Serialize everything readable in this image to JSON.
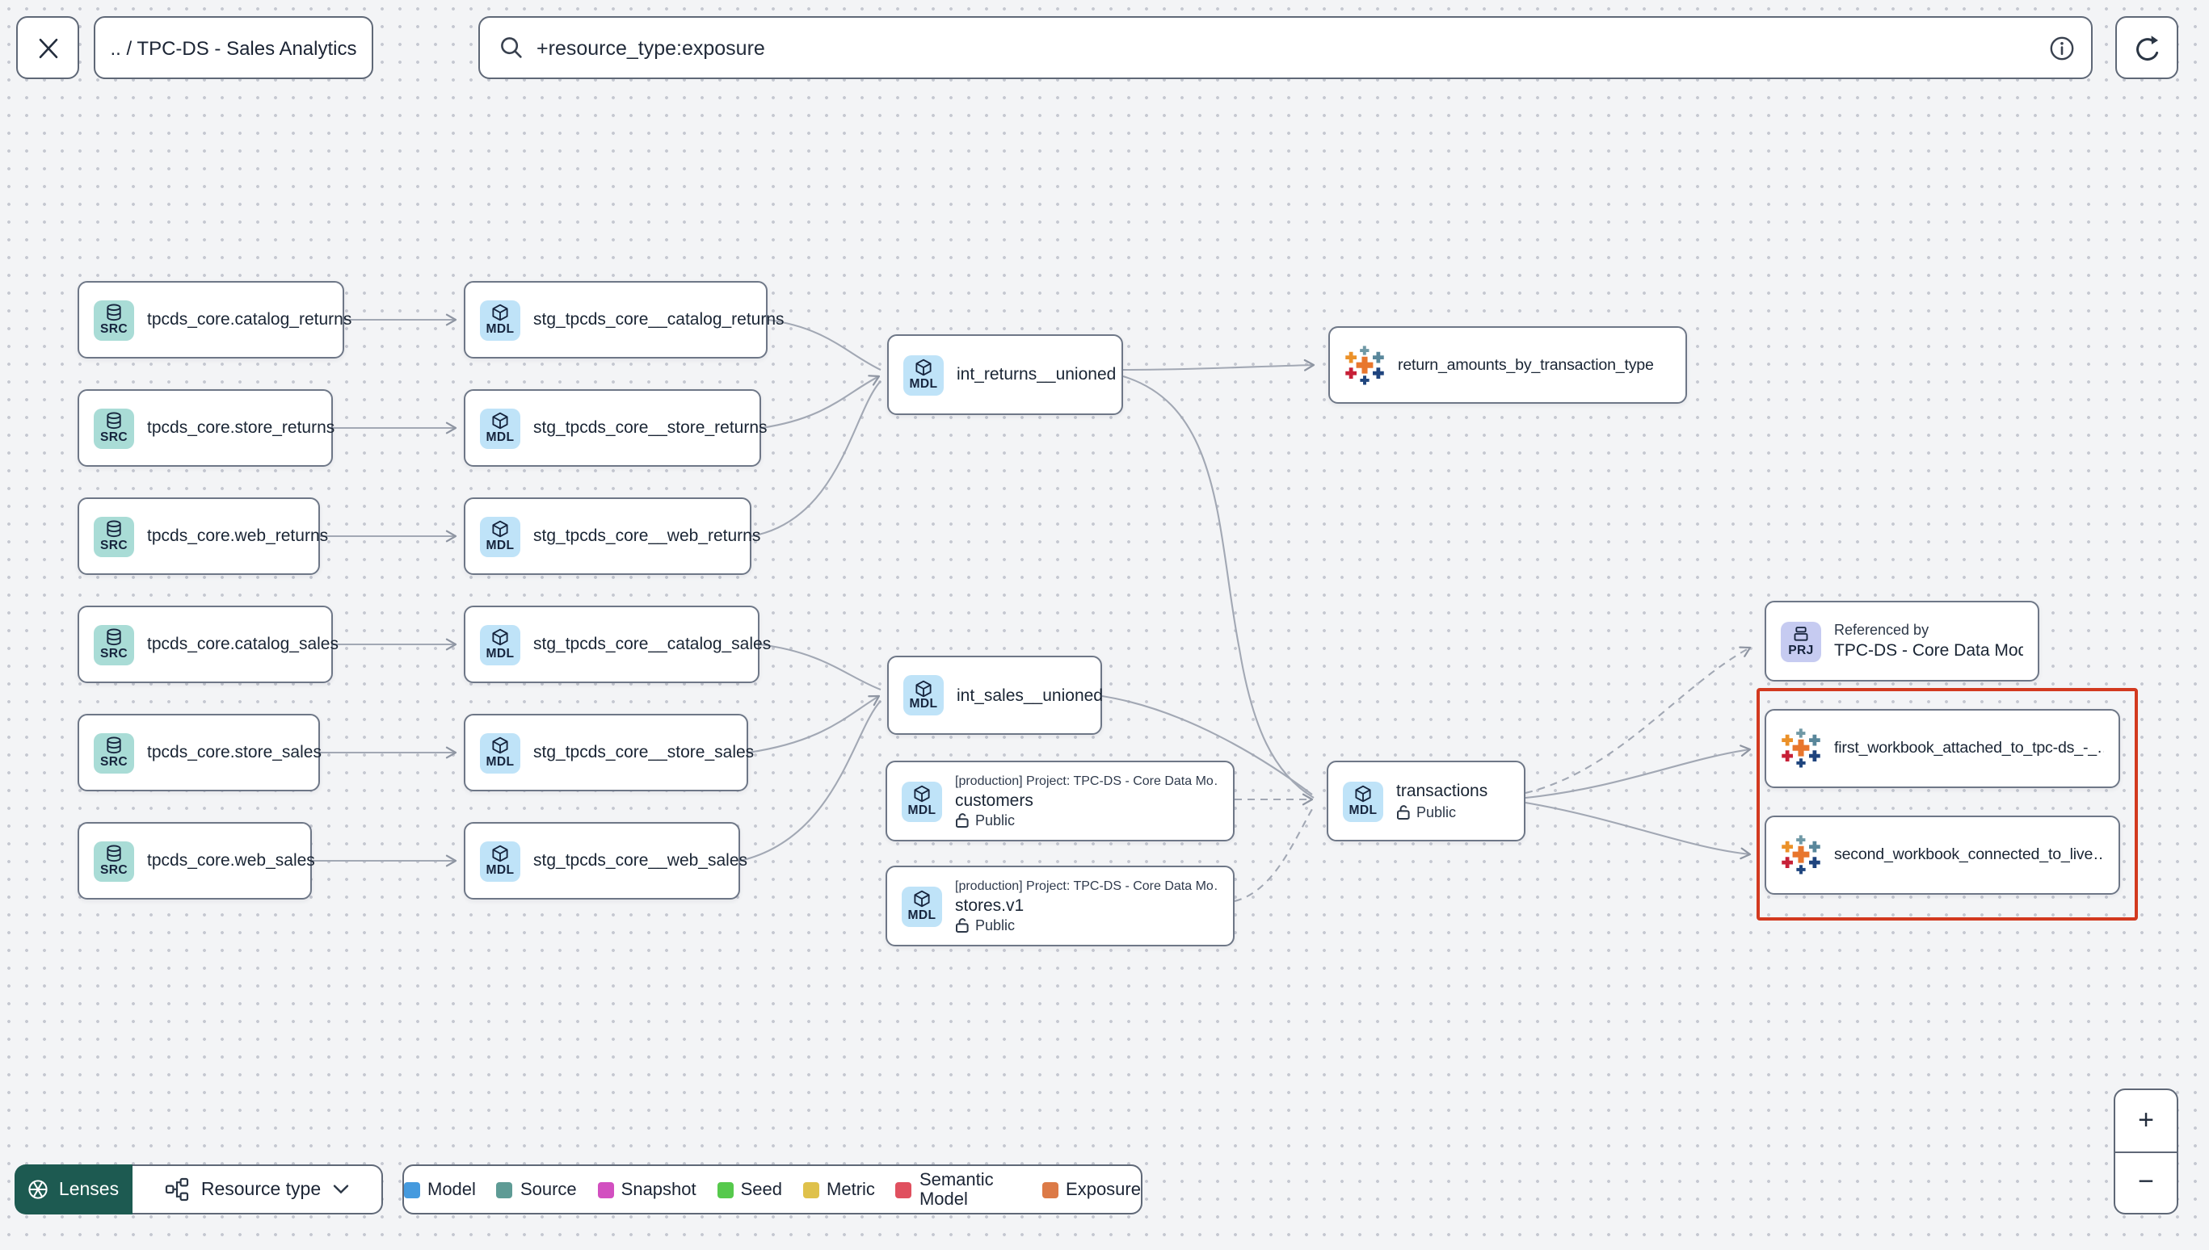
{
  "header": {
    "breadcrumb": ".. / TPC-DS - Sales Analytics",
    "search_value": "+resource_type:exposure"
  },
  "badges": {
    "source": "SRC",
    "model": "MDL",
    "project": "PRJ"
  },
  "nodes": {
    "src_catalog_returns": {
      "label": "tpcds_core.catalog_returns"
    },
    "src_store_returns": {
      "label": "tpcds_core.store_returns"
    },
    "src_web_returns": {
      "label": "tpcds_core.web_returns"
    },
    "src_catalog_sales": {
      "label": "tpcds_core.catalog_sales"
    },
    "src_store_sales": {
      "label": "tpcds_core.store_sales"
    },
    "src_web_sales": {
      "label": "tpcds_core.web_sales"
    },
    "stg_catalog_returns": {
      "label": "stg_tpcds_core__catalog_returns"
    },
    "stg_store_returns": {
      "label": "stg_tpcds_core__store_returns"
    },
    "stg_web_returns": {
      "label": "stg_tpcds_core__web_returns"
    },
    "stg_catalog_sales": {
      "label": "stg_tpcds_core__catalog_sales"
    },
    "stg_store_sales": {
      "label": "stg_tpcds_core__store_sales"
    },
    "stg_web_sales": {
      "label": "stg_tpcds_core__web_sales"
    },
    "int_returns": {
      "label": "int_returns__unioned"
    },
    "int_sales": {
      "label": "int_sales__unioned"
    },
    "customers": {
      "project": "[production] Project: TPC-DS - Core Data Mo…",
      "label": "customers",
      "access": "Public"
    },
    "stores": {
      "project": "[production] Project: TPC-DS - Core Data Mo…",
      "label": "stores.v1",
      "access": "Public"
    },
    "transactions": {
      "label": "transactions",
      "access": "Public"
    },
    "exposure_returns": {
      "label": "return_amounts_by_transaction_type"
    },
    "referenced_by": {
      "title": "Referenced by",
      "label": "TPC-DS - Core Data Models"
    },
    "workbook_first": {
      "label": "first_workbook_attached_to_tpc-ds_-_…"
    },
    "workbook_second": {
      "label": "second_workbook_connected_to_live…"
    }
  },
  "footer": {
    "lenses_label": "Lenses",
    "resource_type_label": "Resource type",
    "legend": [
      {
        "label": "Model",
        "color": "#459ade"
      },
      {
        "label": "Source",
        "color": "#5e9b95"
      },
      {
        "label": "Snapshot",
        "color": "#d24fc0"
      },
      {
        "label": "Seed",
        "color": "#56c94c"
      },
      {
        "label": "Metric",
        "color": "#dfc14b"
      },
      {
        "label": "Semantic Model",
        "color": "#e0505f"
      },
      {
        "label": "Exposure",
        "color": "#dc7a47"
      }
    ]
  },
  "zoom_controls": {
    "zoom_in": "+",
    "zoom_out": "−"
  },
  "highlight_color": "#d2391f"
}
